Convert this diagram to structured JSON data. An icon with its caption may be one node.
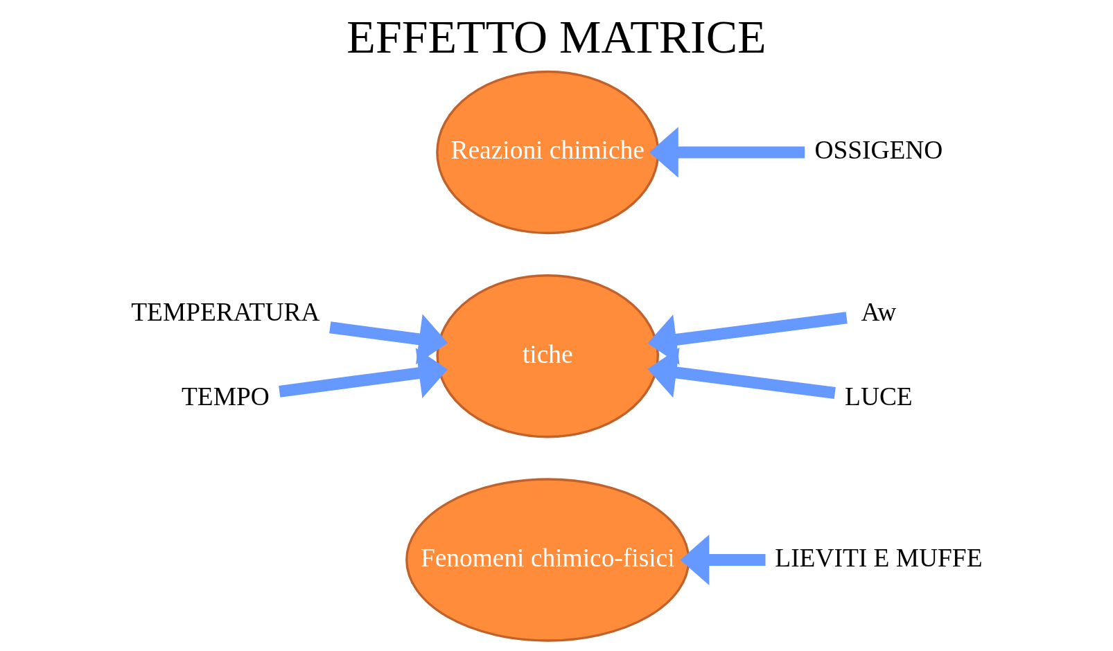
{
  "diagram": {
    "title": "EFFETTO MATRICE",
    "nodes": [
      {
        "text": [
          "Reazioni chimiche"
        ]
      },
      {
        "text": [
          "OSSIGENO"
        ]
      },
      {
        "text": [
          "TEMPO"
        ]
      },
      {
        "text": [
          "tiche"
        ]
      },
      {
        "text": [
          "LUCE"
        ]
      },
      {
        "text": [
          "TEMPERATURA"
        ]
      },
      {
        "text": [
          "Aw"
        ]
      },
      {
        "text": [
          "Fenomeni chimico-fisici"
        ]
      },
      {
        "text": [
          "LIEVITI E MUFFE"
        ]
      }
    ],
    "edges": [
      {
        "from": 1,
        "to": 0,
        "arrow": "to"
      },
      {
        "from": 2,
        "to": 3,
        "arrow": "to"
      },
      {
        "from": 4,
        "to": 3,
        "arrow": "to"
      },
      {
        "from": 5,
        "to": 3,
        "arrow": "to"
      },
      {
        "from": 6,
        "to": 3,
        "arrow": "to"
      },
      {
        "from": 8,
        "to": 7,
        "arrow": "to"
      }
    ]
  }
}
